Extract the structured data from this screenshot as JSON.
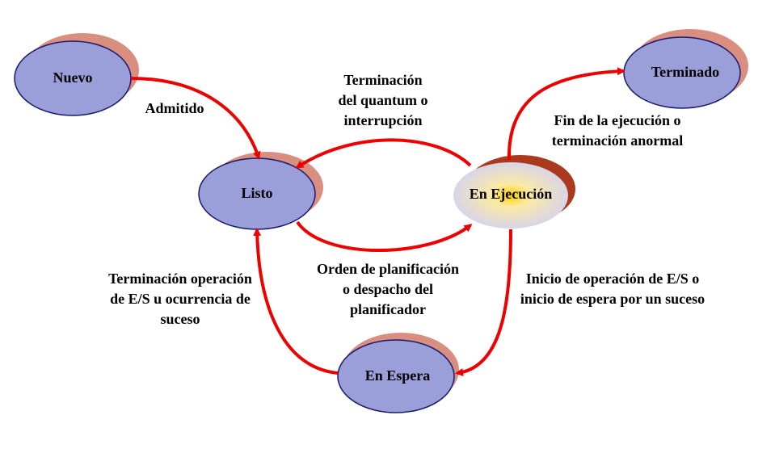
{
  "states": {
    "nuevo": "Nuevo",
    "listo": "Listo",
    "ejecucion": "En Ejecución",
    "terminado": "Terminado",
    "espera": "En Espera"
  },
  "transitions": {
    "admitido": [
      "Admitido"
    ],
    "quantum": [
      "Terminación",
      "del quantum o",
      "interrupción"
    ],
    "fin": [
      "Fin de la ejecución o",
      "terminación anormal"
    ],
    "planificacion": [
      "Orden de planificación",
      "o despacho del",
      "planificador"
    ],
    "es_fin": [
      "Terminación operación",
      "de E/S u ocurrencia de",
      "suceso"
    ],
    "es_inicio": [
      "Inicio de operación de E/S o",
      "inicio de espera por un suceso"
    ]
  },
  "colors": {
    "state_fill": "#9a9fd9",
    "state_stroke": "#1a1a6e",
    "shadow": "#d98f80",
    "shadow_dark": "#a93a1e",
    "arrow": "#ee0000",
    "glow_center": "#ffd200",
    "glow_edge": "#d9d6e6"
  }
}
